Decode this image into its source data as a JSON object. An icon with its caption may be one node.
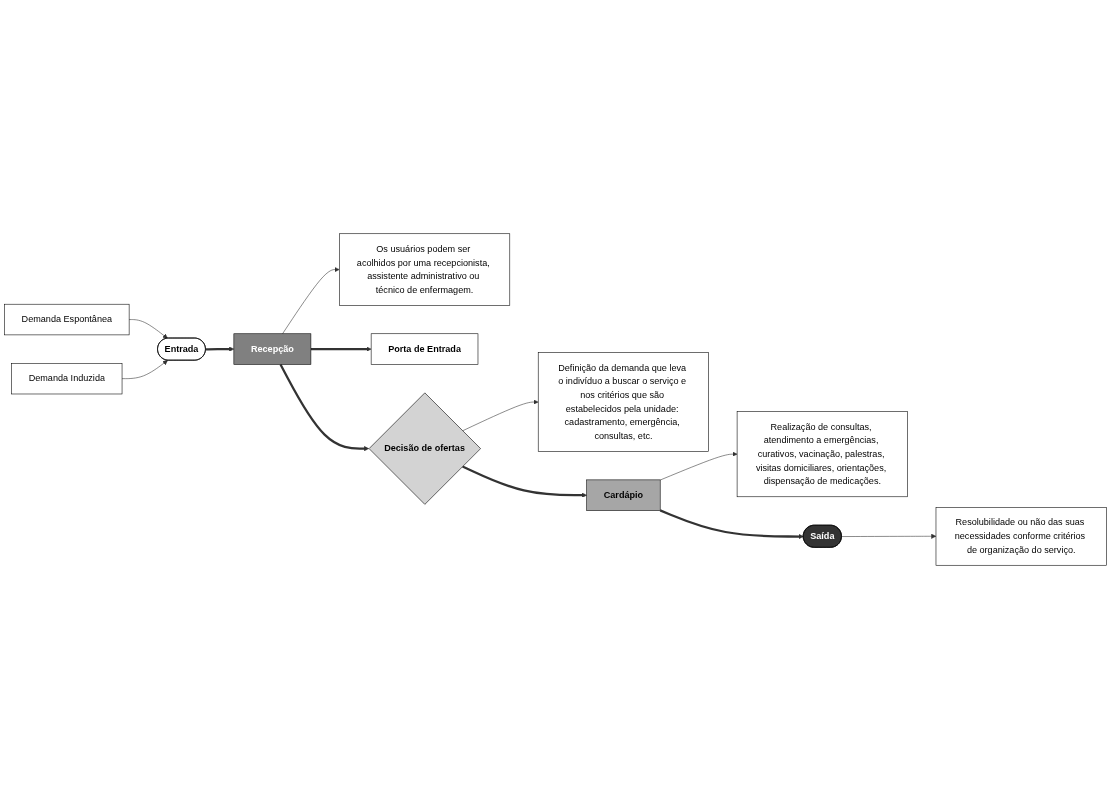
{
  "diagram": {
    "nodes": [
      {
        "text": [
          "Demanda Espontânea"
        ]
      },
      {
        "text": [
          "Demanda Induzida"
        ]
      },
      {
        "text": [
          "Entrada"
        ]
      },
      {
        "text": [
          "Recepção"
        ]
      },
      {
        "text": [
          "Os usuários podem ser acolhidos por uma recepcionista, assistente administrativo ou técnico de enfermagem."
        ]
      },
      {
        "text": [
          "Porta de Entrada"
        ]
      },
      {
        "text": [
          "Decisão de ofertas"
        ]
      },
      {
        "text": [
          "Definição da demanda que leva o indivíduo a buscar o serviço e nos critérios que são estabelecidos pela unidade: cadastramento, emergência, consultas, etc."
        ]
      },
      {
        "text": [
          "Cardápio"
        ]
      },
      {
        "text": [
          "Realização de consultas, atendimento a emergências, curativos, vacinação, palestras, visitas domiciliares, orientações, dispensação de medicações."
        ]
      },
      {
        "text": [
          "Saída"
        ]
      },
      {
        "text": [
          "Resolubilidade ou não das suas necessidades conforme critérios de organização do serviço."
        ]
      }
    ],
    "edges": [
      {
        "from": 0,
        "to": 2,
        "arrow": "to"
      },
      {
        "from": 1,
        "to": 2,
        "arrow": "to"
      },
      {
        "from": 2,
        "to": 3,
        "arrow": "to",
        "style": "thick"
      },
      {
        "from": 3,
        "to": 4,
        "arrow": "to"
      },
      {
        "from": 3,
        "to": 5,
        "arrow": "to",
        "style": "thick"
      },
      {
        "from": 3,
        "to": 6,
        "arrow": "to",
        "style": "thick"
      },
      {
        "from": 6,
        "to": 7,
        "arrow": "to"
      },
      {
        "from": 6,
        "to": 8,
        "arrow": "to",
        "style": "thick"
      },
      {
        "from": 8,
        "to": 9,
        "arrow": "to"
      },
      {
        "from": 8,
        "to": 10,
        "arrow": "to",
        "style": "thick"
      },
      {
        "from": 10,
        "to": 11,
        "arrow": "to"
      }
    ]
  }
}
